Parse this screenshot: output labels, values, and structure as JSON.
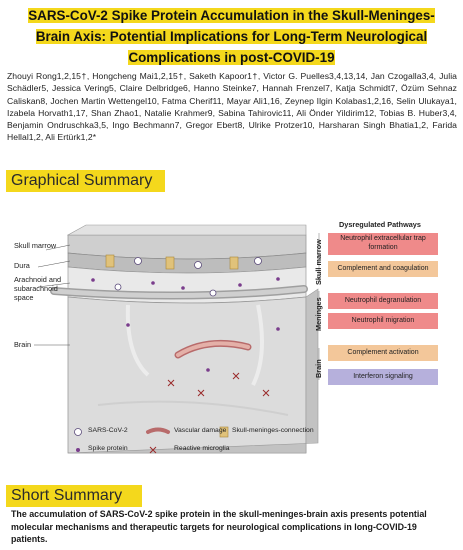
{
  "paper": {
    "title_lines": [
      "SARS-CoV-2 Spike Protein Accumulation in the Skull-Meninges-",
      "Brain Axis: Potential Implications for Long-Term Neurological",
      "Complications in post-COVID-19"
    ],
    "authors": "Zhouyi Rong1,2,15†, Hongcheng Mai1,2,15†, Saketh Kapoor1†, Victor G. Puelles3,4,13,14, Jan Czogalla3,4, Julia Schädler5, Jessica Vering5, Claire Delbridge6, Hanno Steinke7, Hannah Frenzel7, Katja Schmidt7, Özüm Sehnaz Caliskan8, Jochen Martin Wettengel10, Fatma Cherif11, Mayar Ali1,16, Zeynep Ilgin Kolabas1,2,16, Selin Ulukaya1, Izabela Horvath1,17, Shan Zhao1, Natalie Krahmer9, Sabina Tahirovic11, Ali Önder Yildirim12, Tobias B. Huber3,4, Benjamin Ondruschka3,5, Ingo Bechmann7, Gregor Ebert8, Ulrike Protzer10, Harsharan Singh Bhatia1,2, Farida Hellal1,2, Ali Ertürk1,2*"
  },
  "sections": {
    "graphical_summary": "Graphical Summary",
    "short_summary": "Short Summary"
  },
  "figure": {
    "left_labels": {
      "skull_marrow": "Skull marrow",
      "dura": "Dura",
      "arachnoid": "Arachnoid and subarachnoid space",
      "brain": "Brain"
    },
    "pathways_title": "Dysregulated Pathways",
    "pathways": [
      {
        "label": "Neutrophil extracellular trap formation",
        "color": "#ef8a8a"
      },
      {
        "label": "Complement and coagulation",
        "color": "#f3c79a"
      },
      {
        "label": "Neutrophil degranulation",
        "color": "#ef8a8a"
      },
      {
        "label": "Neutrophil migration",
        "color": "#ef8a8a"
      },
      {
        "label": "Complement activation",
        "color": "#f3c79a"
      },
      {
        "label": "Interferon signaling",
        "color": "#b6b0dc"
      }
    ],
    "region_labels": {
      "skull_marrow": "Skull marrow",
      "meninges": "Meninges",
      "brain": "Brain"
    },
    "legend": {
      "sars": "SARS-CoV-2",
      "vascular": "Vascular damage",
      "connection": "Skull-meninges-connection",
      "spike": "Spike protein",
      "microglia": "Reactive microglia"
    }
  },
  "summary_text": "The accumulation of SARS-CoV-2 spike protein in the skull-meninges-brain axis presents potential molecular mechanisms and therapeutic targets for neurological complications in long-COVID-19 patients."
}
